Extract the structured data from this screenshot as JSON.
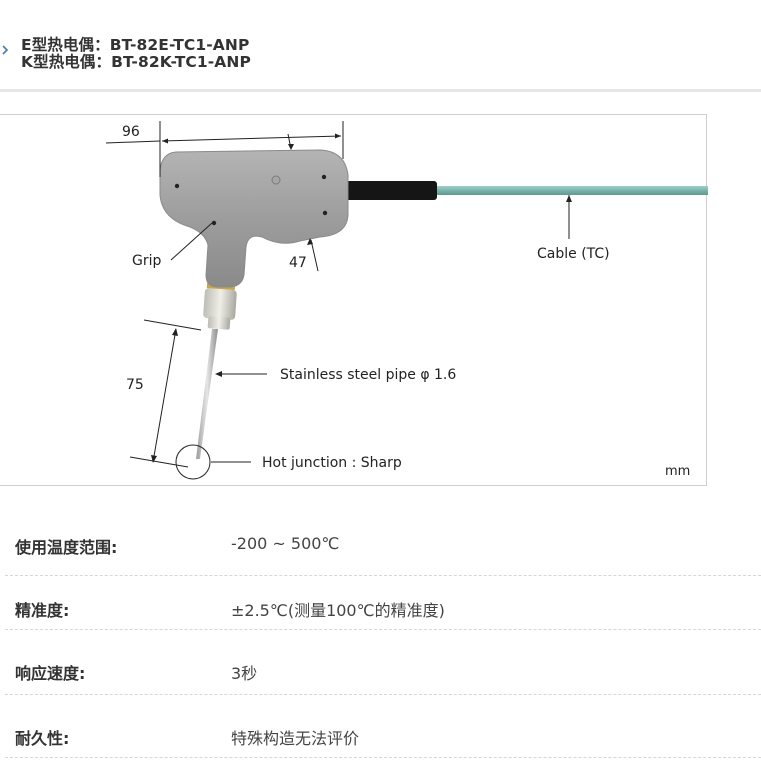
{
  "header": {
    "chevron_icon": "chevron-right-icon",
    "lines": [
      "E型热电偶：BT-82E-TC1-ANP",
      "K型热电偶：BT-82K-TC1-ANP"
    ]
  },
  "figure": {
    "dimension_width": "96",
    "dimension_height": "47",
    "dimension_pipe_length": "75",
    "label_grip": "Grip",
    "label_cable": "Cable (TC)",
    "label_pipe": "Stainless steel pipe φ 1.6",
    "label_junction": "Hot junction : Sharp",
    "unit": "mm",
    "colors": {
      "handle": "#9c9c9c",
      "cable": "#7fb8b0",
      "cable_sleeve": "#1a1a1a",
      "ferrule": "#c8b27a"
    }
  },
  "specs": [
    {
      "label": "使用温度范围:",
      "value": "-200 ~ 500℃"
    },
    {
      "label": "精准度:",
      "value": "±2.5℃(测量100℃的精准度)"
    },
    {
      "label": "响应速度:",
      "value": "3秒"
    },
    {
      "label": "耐久性:",
      "value": "特殊构造无法评价"
    }
  ]
}
